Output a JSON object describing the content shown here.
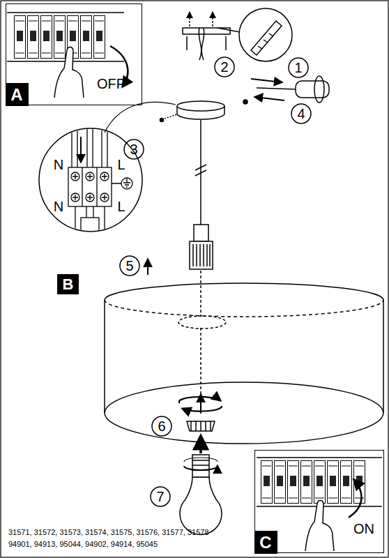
{
  "diagram": {
    "nodes": [
      {
        "text": [
          "OFF"
        ]
      },
      {
        "text": [
          "A"
        ],
        "in": 0
      },
      {
        "text": [
          "N",
          "L",
          "N",
          "L"
        ]
      },
      {
        "text": [
          "B"
        ]
      },
      {
        "text": [
          "ON"
        ]
      },
      {
        "text": [
          "C"
        ],
        "in": 4
      }
    ],
    "labels": [
      "1",
      "2",
      "3",
      "4",
      "5",
      "6",
      "7",
      "31571, 31572, 31573, 31574, 31575, 31576, 31577, 31578",
      "94901, 94913, 95044, 94902, 94914, 95045"
    ]
  }
}
